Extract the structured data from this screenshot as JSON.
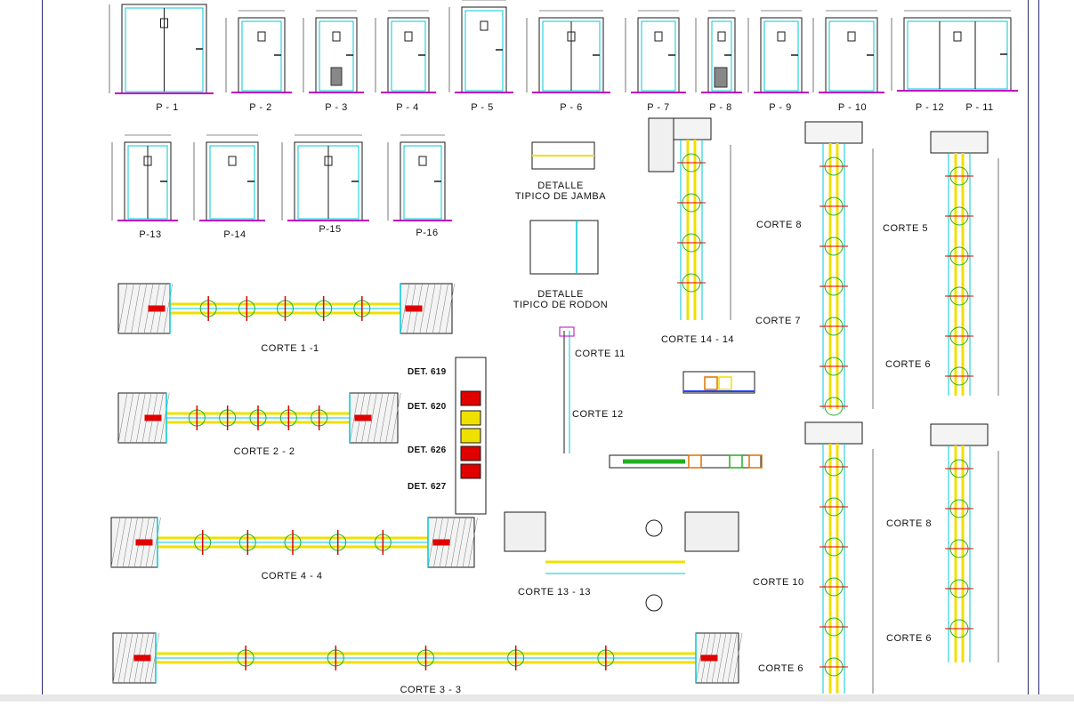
{
  "sheet": {
    "doors": [
      {
        "id": "P - 1"
      },
      {
        "id": "P - 2"
      },
      {
        "id": "P - 3"
      },
      {
        "id": "P - 4"
      },
      {
        "id": "P - 5"
      },
      {
        "id": "P - 6"
      },
      {
        "id": "P - 7"
      },
      {
        "id": "P - 8"
      },
      {
        "id": "P - 9"
      },
      {
        "id": "P - 10"
      },
      {
        "id": "P - 12"
      },
      {
        "id": "P - 11"
      },
      {
        "id": "P-13"
      },
      {
        "id": "P-14"
      },
      {
        "id": "P-15"
      },
      {
        "id": "P-16"
      }
    ],
    "details": {
      "jamba": "DETALLE\nTIPICO DE JAMBA",
      "rodon": "DETALLE\nTIPICO DE RODON"
    },
    "sections": {
      "c1": "CORTE 1 -1",
      "c2": "CORTE 2 - 2",
      "c4": "CORTE 4 - 4",
      "c3": "CORTE 3 - 3",
      "c11": "CORTE 11",
      "c12": "CORTE 12",
      "c13": "CORTE 13 - 13",
      "c14": "CORTE 14 - 14",
      "c8a": "CORTE 8",
      "c7": "CORTE 7",
      "c5": "CORTE 5",
      "c6a": "CORTE 6",
      "c10": "CORTE 10",
      "c6b": "CORTE 6",
      "c8b": "CORTE 8",
      "c6c": "CORTE 6"
    },
    "dets": {
      "d619": "DET. 619",
      "d620": "DET. 620",
      "d626": "DET. 626",
      "d627": "DET. 627"
    },
    "colors": {
      "line": "#1a1a1a",
      "cyan": "#00c8d8",
      "magenta": "#c000c0",
      "yellow": "#f0e000",
      "red": "#e00000",
      "green": "#20b020",
      "blue": "#2040ff",
      "orange": "#e07000",
      "frame": "#2a2a7a"
    }
  }
}
